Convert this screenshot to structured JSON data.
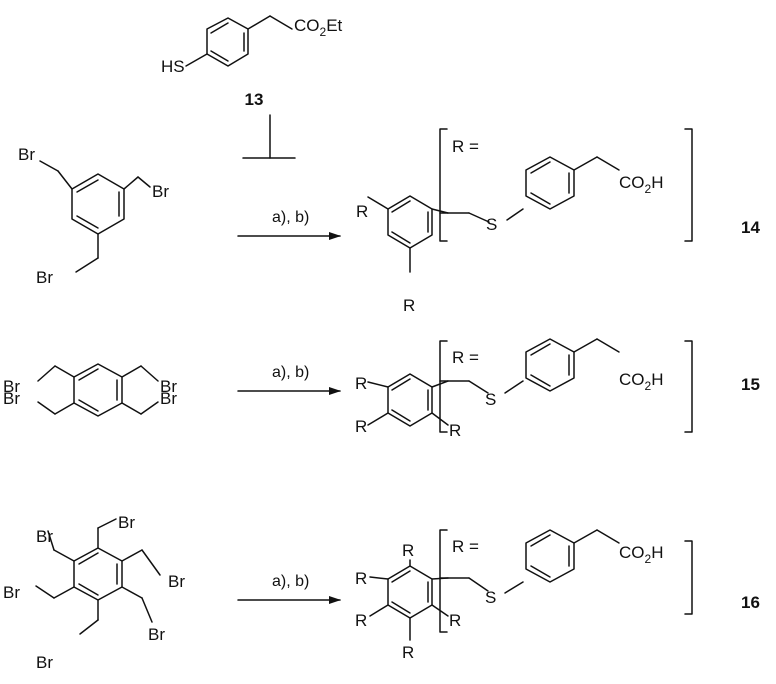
{
  "reagent": {
    "ester_label": "CO",
    "ester_sub": "2",
    "ester_tail": "Et",
    "thiol_label": "HS",
    "compound_number": "13"
  },
  "atoms": {
    "br": "Br",
    "r": "R",
    "s": "S",
    "acid_label": "CO",
    "acid_sub": "2",
    "acid_tail": "H",
    "r_definition": "R ="
  },
  "conditions": "a), b)",
  "products": [
    "14",
    "15",
    "16"
  ]
}
